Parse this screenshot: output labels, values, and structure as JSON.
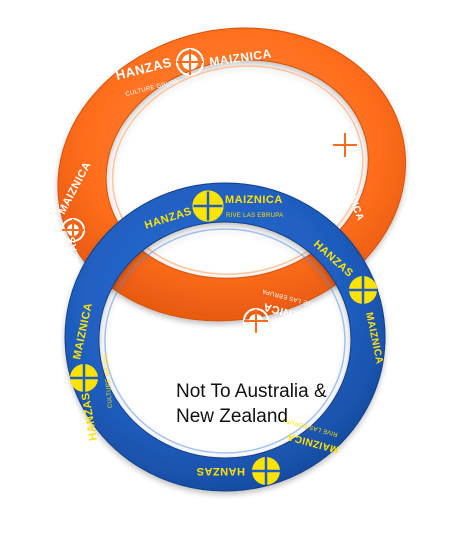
{
  "photo": {
    "caption_lines": [
      "Not To Australia &",
      "New Zealand"
    ],
    "brand": {
      "word_left": "HANZAS",
      "word_right": "MAIZNICA",
      "tagline_white": "CULTURE GRUPA",
      "tagline_white_alt": "RIVE LAS EBRUPA",
      "tagline_blue": "RIVE LAS EBRUPA",
      "tagline_blue_alt": "CULTURE GRUPA"
    },
    "rings": {
      "back": {
        "name": "orange-ring",
        "color": "#ff6d1c",
        "shade": "#e85a10",
        "print_color": "#ffffff"
      },
      "front": {
        "name": "blue-ring",
        "color": "#1f5ec0",
        "shade": "#184ea3",
        "print_color": "#ffe300"
      }
    }
  }
}
